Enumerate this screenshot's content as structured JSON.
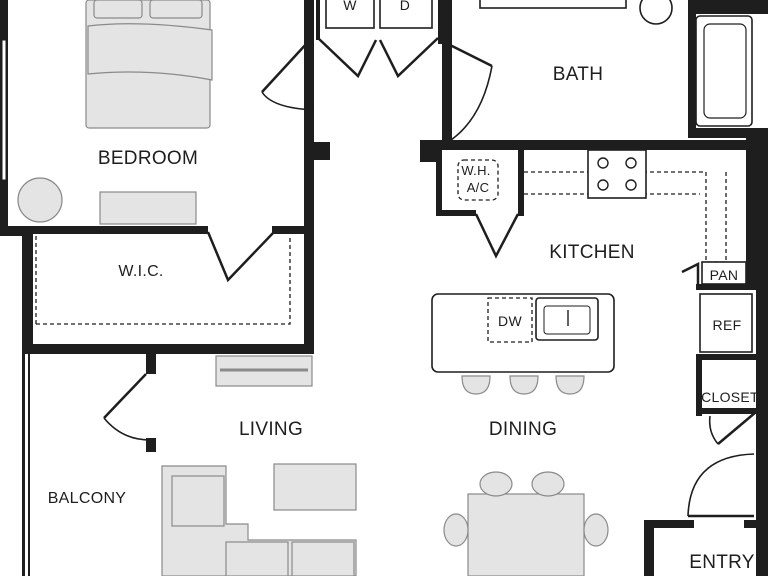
{
  "rooms": {
    "bedroom": "BEDROOM",
    "wic": "W.I.C.",
    "bath": "BATH",
    "kitchen": "KITCHEN",
    "living": "LIVING",
    "dining": "DINING",
    "balcony": "BALCONY",
    "entry": "ENTRY"
  },
  "fixtures": {
    "washer": "W",
    "dryer": "D",
    "water_heater_line1": "W.H.",
    "water_heater_line2": "A/C",
    "pantry": "PAN",
    "dishwasher": "DW",
    "refrigerator": "REF",
    "closet": "CLOSET"
  },
  "colors": {
    "wall": "#1e1e1e",
    "furniture": "#e4e4e4",
    "background": "#ffffff"
  }
}
